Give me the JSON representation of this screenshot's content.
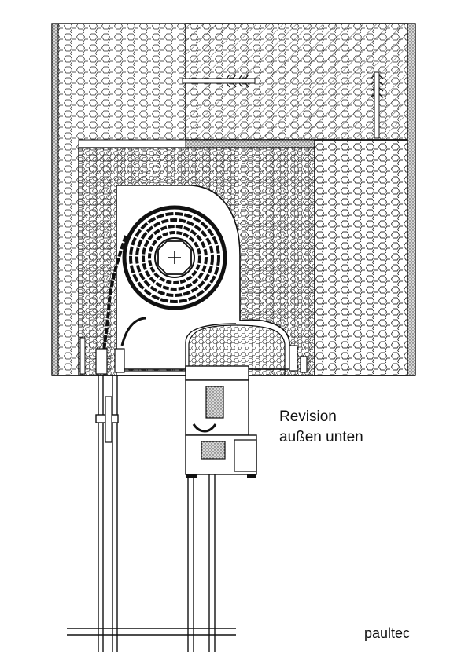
{
  "drawing": {
    "caption_line1": "Revision",
    "caption_line2": "außen unten",
    "brand": "paultec",
    "line_color": "#111111",
    "background_color": "#ffffff",
    "hatch_pattern": "diagonal-hatch",
    "insulation_pattern": "hexagon-foam",
    "render_pattern": "dotted-plaster",
    "center_mark": "axis-cross-icon"
  }
}
